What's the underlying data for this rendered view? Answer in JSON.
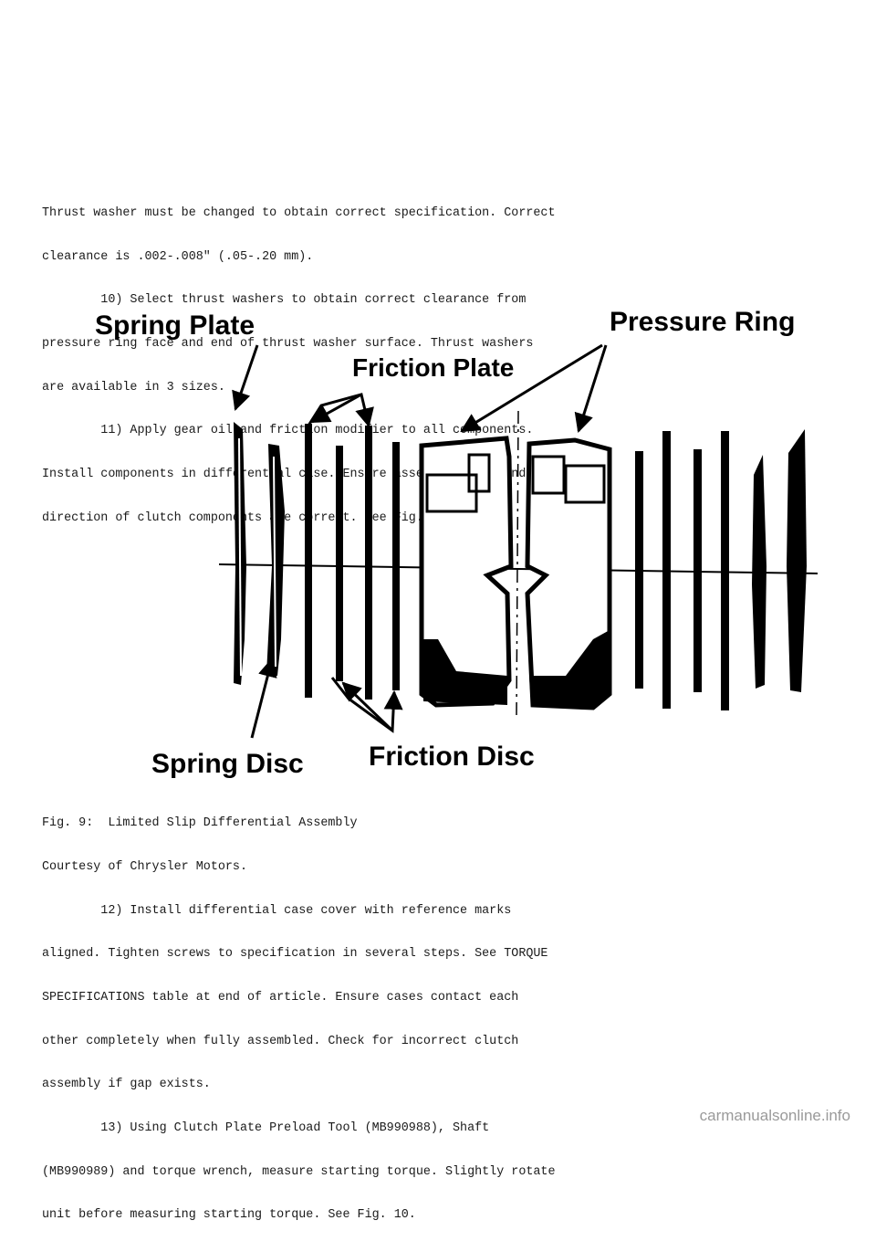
{
  "paragraph_top": [
    "Thrust washer must be changed to obtain correct specification. Correct",
    "clearance is .002-.008\" (.05-.20 mm).",
    "        10) Select thrust washers to obtain correct clearance from",
    "pressure ring face and end of thrust washer surface. Thrust washers",
    "are available in 3 sizes.",
    "        11) Apply gear oil and friction modifier to all components.",
    "Install components in differential case. Ensure assembly order and",
    "direction of clutch components are correct. See Fig. 9."
  ],
  "figure": {
    "labels": {
      "spring_plate": "Spring Plate",
      "pressure_ring": "Pressure Ring",
      "friction_plate": "Friction Plate",
      "spring_disc": "Spring Disc",
      "friction_disc": "Friction Disc"
    }
  },
  "caption": [
    "Fig. 9:  Limited Slip Differential Assembly",
    "Courtesy of Chrysler Motors."
  ],
  "paragraph_bottom": [
    "",
    "        12) Install differential case cover with reference marks",
    "aligned. Tighten screws to specification in several steps. See TORQUE",
    "SPECIFICATIONS table at end of article. Ensure cases contact each",
    "other completely when fully assembled. Check for incorrect clutch",
    "assembly if gap exists.",
    "        13) Using Clutch Plate Preload Tool (MB990988), Shaft",
    "(MB990989) and torque wrench, measure starting torque. Slightly rotate",
    "unit before measuring starting torque. See Fig. 10."
  ],
  "watermark": "carmanualsonline.info"
}
